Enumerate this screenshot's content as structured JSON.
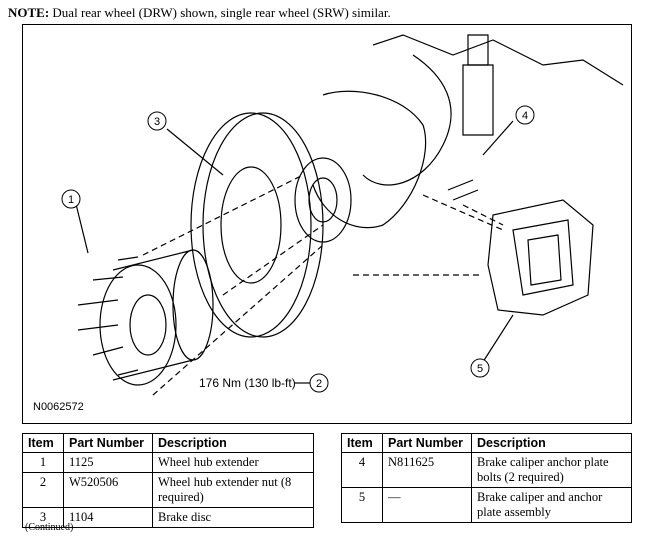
{
  "note": {
    "label": "NOTE:",
    "text": "Dual rear wheel (DRW) shown, single rear wheel (SRW) similar."
  },
  "figure": {
    "code": "N0062572",
    "torque": "176 Nm (130 lb-ft)",
    "callouts": [
      "1",
      "2",
      "3",
      "4",
      "5"
    ]
  },
  "table_left": {
    "headers": [
      "Item",
      "Part Number",
      "Description"
    ],
    "rows": [
      {
        "item": "1",
        "part": "1125",
        "desc": "Wheel hub extender"
      },
      {
        "item": "2",
        "part": "W520506",
        "desc": "Wheel hub extender nut (8 required)"
      },
      {
        "item": "3",
        "part": "1104",
        "desc": "Brake disc"
      }
    ]
  },
  "table_right": {
    "headers": [
      "Item",
      "Part Number",
      "Description"
    ],
    "rows": [
      {
        "item": "4",
        "part": "N811625",
        "desc": "Brake caliper anchor plate bolts (2 required)"
      },
      {
        "item": "5",
        "part": "—",
        "desc": "Brake caliper and anchor plate assembly"
      }
    ]
  },
  "continued": "(Continued)"
}
